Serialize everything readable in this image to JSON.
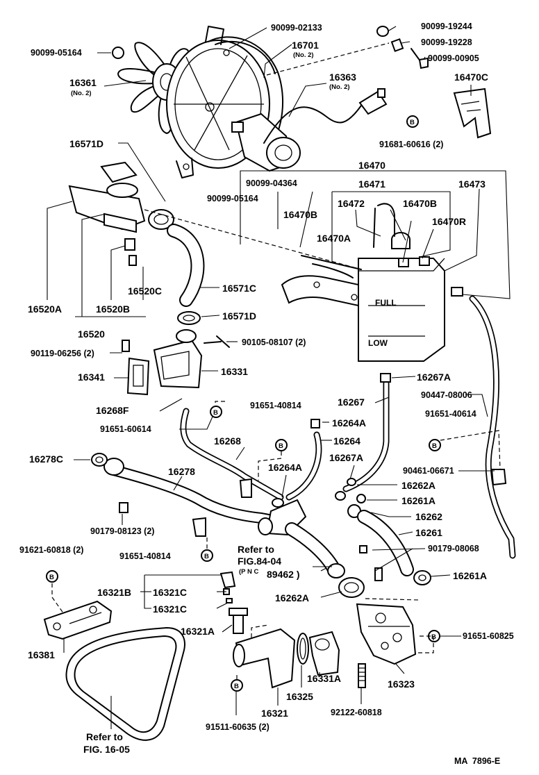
{
  "diagram_code": "MA  7896-E",
  "labels": {
    "p90099_02133": "90099-02133",
    "p90099_19244": "90099-19244",
    "p90099_19228": "90099-19228",
    "p90099_00905": "90099-00905",
    "p90099_05164_top": "90099-05164",
    "p16701": "16701",
    "p16701_sub": "(No. 2)",
    "p16361": "16361",
    "p16361_sub": "(No. 2)",
    "p16363": "16363",
    "p16363_sub": "(No. 2)",
    "p16470C": "16470C",
    "p91681_60616": "91681-60616 (2)",
    "p16571D_top": "16571D",
    "p16470": "16470",
    "p90099_04364": "90099-04364",
    "p16471": "16471",
    "p16473": "16473",
    "p90099_05164_mid": "90099-05164",
    "p16472": "16472",
    "p16470B_a": "16470B",
    "p16470B_b": "16470B",
    "p16470R": "16470R",
    "p16470A": "16470A",
    "p16520C": "16520C",
    "p16571C": "16571C",
    "p16520A": "16520A",
    "p16520B": "16520B",
    "p16571D_bot": "16571D",
    "p16520": "16520",
    "p90105_08107": "90105-08107 (2)",
    "p90119_06256": "90119-06256 (2)",
    "p16341": "16341",
    "p16331": "16331",
    "p16267A_top": "16267A",
    "p16268F": "16268F",
    "p91651_40814_top": "91651-40814",
    "p16267": "16267",
    "p90447_08006": "90447-08006",
    "p91651_60614": "91651-60614",
    "p16264A_top": "16264A",
    "p91651_40614": "91651-40614",
    "p16268": "16268",
    "p16264": "16264",
    "p16278C": "16278C",
    "p16264A_mid": "16264A",
    "p16267A_mid": "16267A",
    "p90461_06671": "90461-06671",
    "p16278": "16278",
    "p16262A_top": "16262A",
    "p16261A_top": "16261A",
    "p16262": "16262",
    "p90179_08123": "90179-08123 (2)",
    "p16261": "16261",
    "p91621_60818": "91621-60818 (2)",
    "p91651_40814_bot": "91651-40814",
    "p90179_08068": "90179-08068",
    "p16261A_bot": "16261A",
    "p16321B": "16321B",
    "p16321C_a": "16321C",
    "p16262A_bot": "16262A",
    "p16321C_b": "16321C",
    "p16321A": "16321A",
    "p91651_60825": "91651-60825",
    "p16381": "16381",
    "p16331A": "16331A",
    "p16325": "16325",
    "p16323": "16323",
    "p16321": "16321",
    "p92122_60818": "92122-60818",
    "p91511_60635": "91511-60635 (2)"
  },
  "callout_letter": "B",
  "references": {
    "fig84_line1": "Refer to",
    "fig84_line2": "FIG.84-04",
    "fig84_line3": "(P N C",
    "fig84_line3b": "89462 )",
    "fig16_line1": "Refer to",
    "fig16_line2": "FIG. 16-05"
  },
  "tank_marks": {
    "full": "FULL",
    "low": "LOW"
  }
}
